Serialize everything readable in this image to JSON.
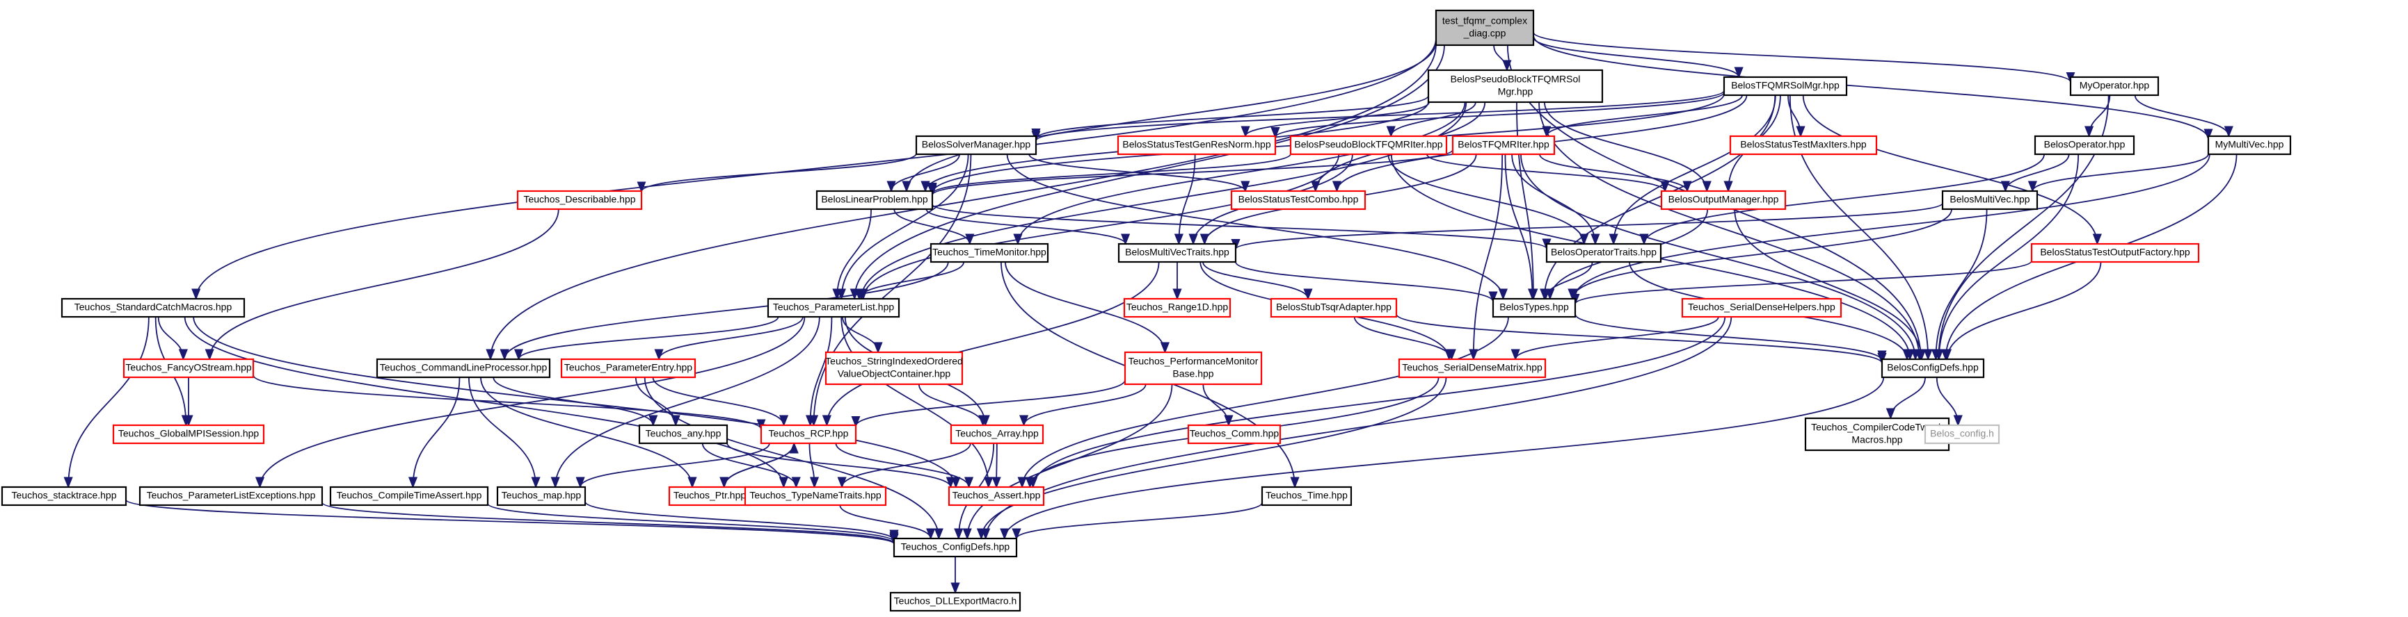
{
  "graph": {
    "edge_color": "#191970",
    "border_colors": {
      "documented": "#000000",
      "undocumented": "#ff0000",
      "external": "#bfbfbf",
      "root_fill": "#bfbfbf"
    },
    "nodes": [
      {
        "id": "root",
        "label": "test_tfqmr_complex\n_diag.cpp",
        "style": "root"
      },
      {
        "id": "pbtfqmr_solmgr",
        "label": "BelosPseudoBlockTFQMRSol\nMgr.hpp",
        "style": "black"
      },
      {
        "id": "tfqmr_solmgr",
        "label": "BelosTFQMRSolMgr.hpp",
        "style": "black"
      },
      {
        "id": "myoperator",
        "label": "MyOperator.hpp",
        "style": "black"
      },
      {
        "id": "solvermanager",
        "label": "BelosSolverManager.hpp",
        "style": "black"
      },
      {
        "id": "sts_genresnorm",
        "label": "BelosStatusTestGenResNorm.hpp",
        "style": "red"
      },
      {
        "id": "pbtfqmr_iter",
        "label": "BelosPseudoBlockTFQMRIter.hpp",
        "style": "red"
      },
      {
        "id": "sts_maxiters",
        "label": "BelosStatusTestMaxIters.hpp",
        "style": "red"
      },
      {
        "id": "tfqmr_iter",
        "label": "BelosTFQMRIter.hpp",
        "style": "red"
      },
      {
        "id": "belos_operator",
        "label": "BelosOperator.hpp",
        "style": "black"
      },
      {
        "id": "mymultivec",
        "label": "MyMultiVec.hpp",
        "style": "black"
      },
      {
        "id": "t_describable",
        "label": "Teuchos_Describable.hpp",
        "style": "red"
      },
      {
        "id": "linearproblem",
        "label": "BelosLinearProblem.hpp",
        "style": "black"
      },
      {
        "id": "sts_combo",
        "label": "BelosStatusTestCombo.hpp",
        "style": "red"
      },
      {
        "id": "outputmanager",
        "label": "BelosOutputManager.hpp",
        "style": "red"
      },
      {
        "id": "multivec",
        "label": "BelosMultiVec.hpp",
        "style": "black"
      },
      {
        "id": "timemonitor",
        "label": "Teuchos_TimeMonitor.hpp",
        "style": "black"
      },
      {
        "id": "mvtraits",
        "label": "BelosMultiVecTraits.hpp",
        "style": "black"
      },
      {
        "id": "optraits",
        "label": "BelosOperatorTraits.hpp",
        "style": "black"
      },
      {
        "id": "sts_outputfactory",
        "label": "BelosStatusTestOutputFactory.hpp",
        "style": "red"
      },
      {
        "id": "std_catch",
        "label": "Teuchos_StandardCatchMacros.hpp",
        "style": "black"
      },
      {
        "id": "paramlist",
        "label": "Teuchos_ParameterList.hpp",
        "style": "black"
      },
      {
        "id": "range1d",
        "label": "Teuchos_Range1D.hpp",
        "style": "red"
      },
      {
        "id": "stubtsqr",
        "label": "BelosStubTsqrAdapter.hpp",
        "style": "red"
      },
      {
        "id": "belostypes",
        "label": "BelosTypes.hpp",
        "style": "black"
      },
      {
        "id": "sdhelpers",
        "label": "Teuchos_SerialDenseHelpers.hpp",
        "style": "red"
      },
      {
        "id": "fancyostream",
        "label": "Teuchos_FancyOStream.hpp",
        "style": "red"
      },
      {
        "id": "cmdlineproc",
        "label": "Teuchos_CommandLineProcessor.hpp",
        "style": "black"
      },
      {
        "id": "paramentry",
        "label": "Teuchos_ParameterEntry.hpp",
        "style": "red"
      },
      {
        "id": "stringindexed",
        "label": "Teuchos_StringIndexedOrdered\nValueObjectContainer.hpp",
        "style": "red"
      },
      {
        "id": "perfmon",
        "label": "Teuchos_PerformanceMonitor\nBase.hpp",
        "style": "red"
      },
      {
        "id": "sdmatrix",
        "label": "Teuchos_SerialDenseMatrix.hpp",
        "style": "red"
      },
      {
        "id": "belosconfig",
        "label": "BelosConfigDefs.hpp",
        "style": "black"
      },
      {
        "id": "globalmpi",
        "label": "Teuchos_GlobalMPISession.hpp",
        "style": "red"
      },
      {
        "id": "t_any",
        "label": "Teuchos_any.hpp",
        "style": "black"
      },
      {
        "id": "t_rcp",
        "label": "Teuchos_RCP.hpp",
        "style": "red"
      },
      {
        "id": "t_array",
        "label": "Teuchos_Array.hpp",
        "style": "red"
      },
      {
        "id": "t_comm",
        "label": "Teuchos_Comm.hpp",
        "style": "red"
      },
      {
        "id": "compilertweak",
        "label": "Teuchos_CompilerCodeTweak\nMacros.hpp",
        "style": "black"
      },
      {
        "id": "belos_config_h",
        "label": "Belos_config.h",
        "style": "gray"
      },
      {
        "id": "stacktrace",
        "label": "Teuchos_stacktrace.hpp",
        "style": "black"
      },
      {
        "id": "plexceptions",
        "label": "Teuchos_ParameterListExceptions.hpp",
        "style": "black"
      },
      {
        "id": "compiletimeassert",
        "label": "Teuchos_CompileTimeAssert.hpp",
        "style": "black"
      },
      {
        "id": "t_map",
        "label": "Teuchos_map.hpp",
        "style": "black"
      },
      {
        "id": "t_ptr",
        "label": "Teuchos_Ptr.hpp",
        "style": "red"
      },
      {
        "id": "typenametraits",
        "label": "Teuchos_TypeNameTraits.hpp",
        "style": "red"
      },
      {
        "id": "t_assert",
        "label": "Teuchos_Assert.hpp",
        "style": "red"
      },
      {
        "id": "t_time",
        "label": "Teuchos_Time.hpp",
        "style": "black"
      },
      {
        "id": "t_configdefs",
        "label": "Teuchos_ConfigDefs.hpp",
        "style": "black"
      },
      {
        "id": "dllexport",
        "label": "Teuchos_DLLExportMacro.h",
        "style": "black"
      }
    ],
    "edges": [
      [
        "root",
        "pbtfqmr_solmgr"
      ],
      [
        "root",
        "tfqmr_solmgr"
      ],
      [
        "root",
        "myoperator"
      ],
      [
        "root",
        "std_catch"
      ],
      [
        "root",
        "cmdlineproc"
      ],
      [
        "root",
        "paramlist"
      ],
      [
        "root",
        "linearproblem"
      ],
      [
        "root",
        "mymultivec"
      ],
      [
        "root",
        "belosconfig"
      ],
      [
        "pbtfqmr_solmgr",
        "solvermanager"
      ],
      [
        "pbtfqmr_solmgr",
        "sts_genresnorm"
      ],
      [
        "pbtfqmr_solmgr",
        "pbtfqmr_iter"
      ],
      [
        "pbtfqmr_solmgr",
        "linearproblem"
      ],
      [
        "pbtfqmr_solmgr",
        "sts_combo"
      ],
      [
        "pbtfqmr_solmgr",
        "outputmanager"
      ],
      [
        "pbtfqmr_solmgr",
        "paramlist"
      ],
      [
        "pbtfqmr_solmgr",
        "belostypes"
      ],
      [
        "pbtfqmr_solmgr",
        "belosconfig"
      ],
      [
        "pbtfqmr_solmgr",
        "timemonitor"
      ],
      [
        "tfqmr_solmgr",
        "solvermanager"
      ],
      [
        "tfqmr_solmgr",
        "sts_genresnorm"
      ],
      [
        "tfqmr_solmgr",
        "sts_maxiters"
      ],
      [
        "tfqmr_solmgr",
        "tfqmr_iter"
      ],
      [
        "tfqmr_solmgr",
        "linearproblem"
      ],
      [
        "tfqmr_solmgr",
        "sts_combo"
      ],
      [
        "tfqmr_solmgr",
        "outputmanager"
      ],
      [
        "tfqmr_solmgr",
        "sts_outputfactory"
      ],
      [
        "tfqmr_solmgr",
        "belostypes"
      ],
      [
        "tfqmr_solmgr",
        "belosconfig"
      ],
      [
        "tfqmr_solmgr",
        "optraits"
      ],
      [
        "myoperator",
        "belos_operator"
      ],
      [
        "myoperator",
        "mymultivec"
      ],
      [
        "myoperator",
        "belosconfig"
      ],
      [
        "solvermanager",
        "t_describable"
      ],
      [
        "solvermanager",
        "linearproblem"
      ],
      [
        "solvermanager",
        "paramlist"
      ],
      [
        "solvermanager",
        "belostypes"
      ],
      [
        "solvermanager",
        "t_rcp"
      ],
      [
        "solvermanager",
        "sts_combo"
      ],
      [
        "pbtfqmr_iter",
        "linearproblem"
      ],
      [
        "pbtfqmr_iter",
        "mvtraits"
      ],
      [
        "pbtfqmr_iter",
        "optraits"
      ],
      [
        "pbtfqmr_iter",
        "outputmanager"
      ],
      [
        "pbtfqmr_iter",
        "paramlist"
      ],
      [
        "pbtfqmr_iter",
        "belosconfig"
      ],
      [
        "sts_genresnorm",
        "mvtraits"
      ],
      [
        "tfqmr_iter",
        "linearproblem"
      ],
      [
        "tfqmr_iter",
        "mvtraits"
      ],
      [
        "tfqmr_iter",
        "optraits"
      ],
      [
        "tfqmr_iter",
        "outputmanager"
      ],
      [
        "tfqmr_iter",
        "belostypes"
      ],
      [
        "tfqmr_iter",
        "sdmatrix"
      ],
      [
        "tfqmr_iter",
        "belosconfig"
      ],
      [
        "belos_operator",
        "multivec"
      ],
      [
        "belos_operator",
        "optraits"
      ],
      [
        "belos_operator",
        "belosconfig"
      ],
      [
        "mymultivec",
        "multivec"
      ],
      [
        "mymultivec",
        "belostypes"
      ],
      [
        "mymultivec",
        "belosconfig"
      ],
      [
        "t_describable",
        "fancyostream"
      ],
      [
        "linearproblem",
        "timemonitor"
      ],
      [
        "linearproblem",
        "mvtraits"
      ],
      [
        "linearproblem",
        "optraits"
      ],
      [
        "linearproblem",
        "paramlist"
      ],
      [
        "outputmanager",
        "belostypes"
      ],
      [
        "outputmanager",
        "belosconfig"
      ],
      [
        "multivec",
        "mvtraits"
      ],
      [
        "multivec",
        "belostypes"
      ],
      [
        "multivec",
        "belosconfig"
      ],
      [
        "timemonitor",
        "paramlist"
      ],
      [
        "timemonitor",
        "perfmon"
      ],
      [
        "timemonitor",
        "t_time"
      ],
      [
        "timemonitor",
        "cmdlineproc"
      ],
      [
        "mvtraits",
        "range1d"
      ],
      [
        "mvtraits",
        "stubtsqr"
      ],
      [
        "mvtraits",
        "belostypes"
      ],
      [
        "mvtraits",
        "sdmatrix"
      ],
      [
        "mvtraits",
        "t_rcp"
      ],
      [
        "optraits",
        "belostypes"
      ],
      [
        "optraits",
        "belosconfig"
      ],
      [
        "sts_outputfactory",
        "belostypes"
      ],
      [
        "sts_outputfactory",
        "belosconfig"
      ],
      [
        "std_catch",
        "fancyostream"
      ],
      [
        "std_catch",
        "globalmpi"
      ],
      [
        "std_catch",
        "stacktrace"
      ],
      [
        "std_catch",
        "t_assert"
      ],
      [
        "std_catch",
        "typenametraits"
      ],
      [
        "paramlist",
        "paramentry"
      ],
      [
        "paramlist",
        "stringindexed"
      ],
      [
        "paramlist",
        "t_rcp"
      ],
      [
        "paramlist",
        "t_array"
      ],
      [
        "paramlist",
        "t_assert"
      ],
      [
        "paramlist",
        "plexceptions"
      ],
      [
        "paramlist",
        "t_map"
      ],
      [
        "paramlist",
        "cmdlineproc"
      ],
      [
        "stubtsqr",
        "sdmatrix"
      ],
      [
        "stubtsqr",
        "belosconfig"
      ],
      [
        "belostypes",
        "belosconfig"
      ],
      [
        "belostypes",
        "t_assert"
      ],
      [
        "sdhelpers",
        "sdmatrix"
      ],
      [
        "sdhelpers",
        "t_assert"
      ],
      [
        "sdhelpers",
        "t_configdefs"
      ],
      [
        "fancyostream",
        "globalmpi"
      ],
      [
        "fancyostream",
        "t_rcp"
      ],
      [
        "cmdlineproc",
        "t_any"
      ],
      [
        "cmdlineproc",
        "compiletimeassert"
      ],
      [
        "cmdlineproc",
        "t_map"
      ],
      [
        "cmdlineproc",
        "t_ptr"
      ],
      [
        "paramentry",
        "t_any"
      ],
      [
        "paramentry",
        "t_rcp"
      ],
      [
        "paramentry",
        "t_configdefs"
      ],
      [
        "stringindexed",
        "t_array"
      ],
      [
        "perfmon",
        "t_comm"
      ],
      [
        "perfmon",
        "t_array"
      ],
      [
        "perfmon",
        "t_configdefs"
      ],
      [
        "perfmon",
        "t_rcp"
      ],
      [
        "sdmatrix",
        "t_assert"
      ],
      [
        "sdmatrix",
        "t_configdefs"
      ],
      [
        "belosconfig",
        "compilertweak"
      ],
      [
        "belosconfig",
        "belos_config_h"
      ],
      [
        "belosconfig",
        "t_configdefs"
      ],
      [
        "t_any",
        "t_assert"
      ],
      [
        "t_any",
        "typenametraits"
      ],
      [
        "t_rcp",
        "t_ptr"
      ],
      [
        "t_rcp",
        "typenametraits"
      ],
      [
        "t_rcp",
        "t_assert"
      ],
      [
        "t_rcp",
        "t_map"
      ],
      [
        "t_ptr",
        "t_rcp"
      ],
      [
        "t_array",
        "t_assert"
      ],
      [
        "t_array",
        "typenametraits"
      ],
      [
        "t_array",
        "t_configdefs"
      ],
      [
        "stacktrace",
        "t_configdefs"
      ],
      [
        "plexceptions",
        "t_configdefs"
      ],
      [
        "compiletimeassert",
        "t_configdefs"
      ],
      [
        "t_map",
        "t_configdefs"
      ],
      [
        "typenametraits",
        "t_configdefs"
      ],
      [
        "t_time",
        "t_configdefs"
      ],
      [
        "t_configdefs",
        "dllexport"
      ]
    ]
  }
}
